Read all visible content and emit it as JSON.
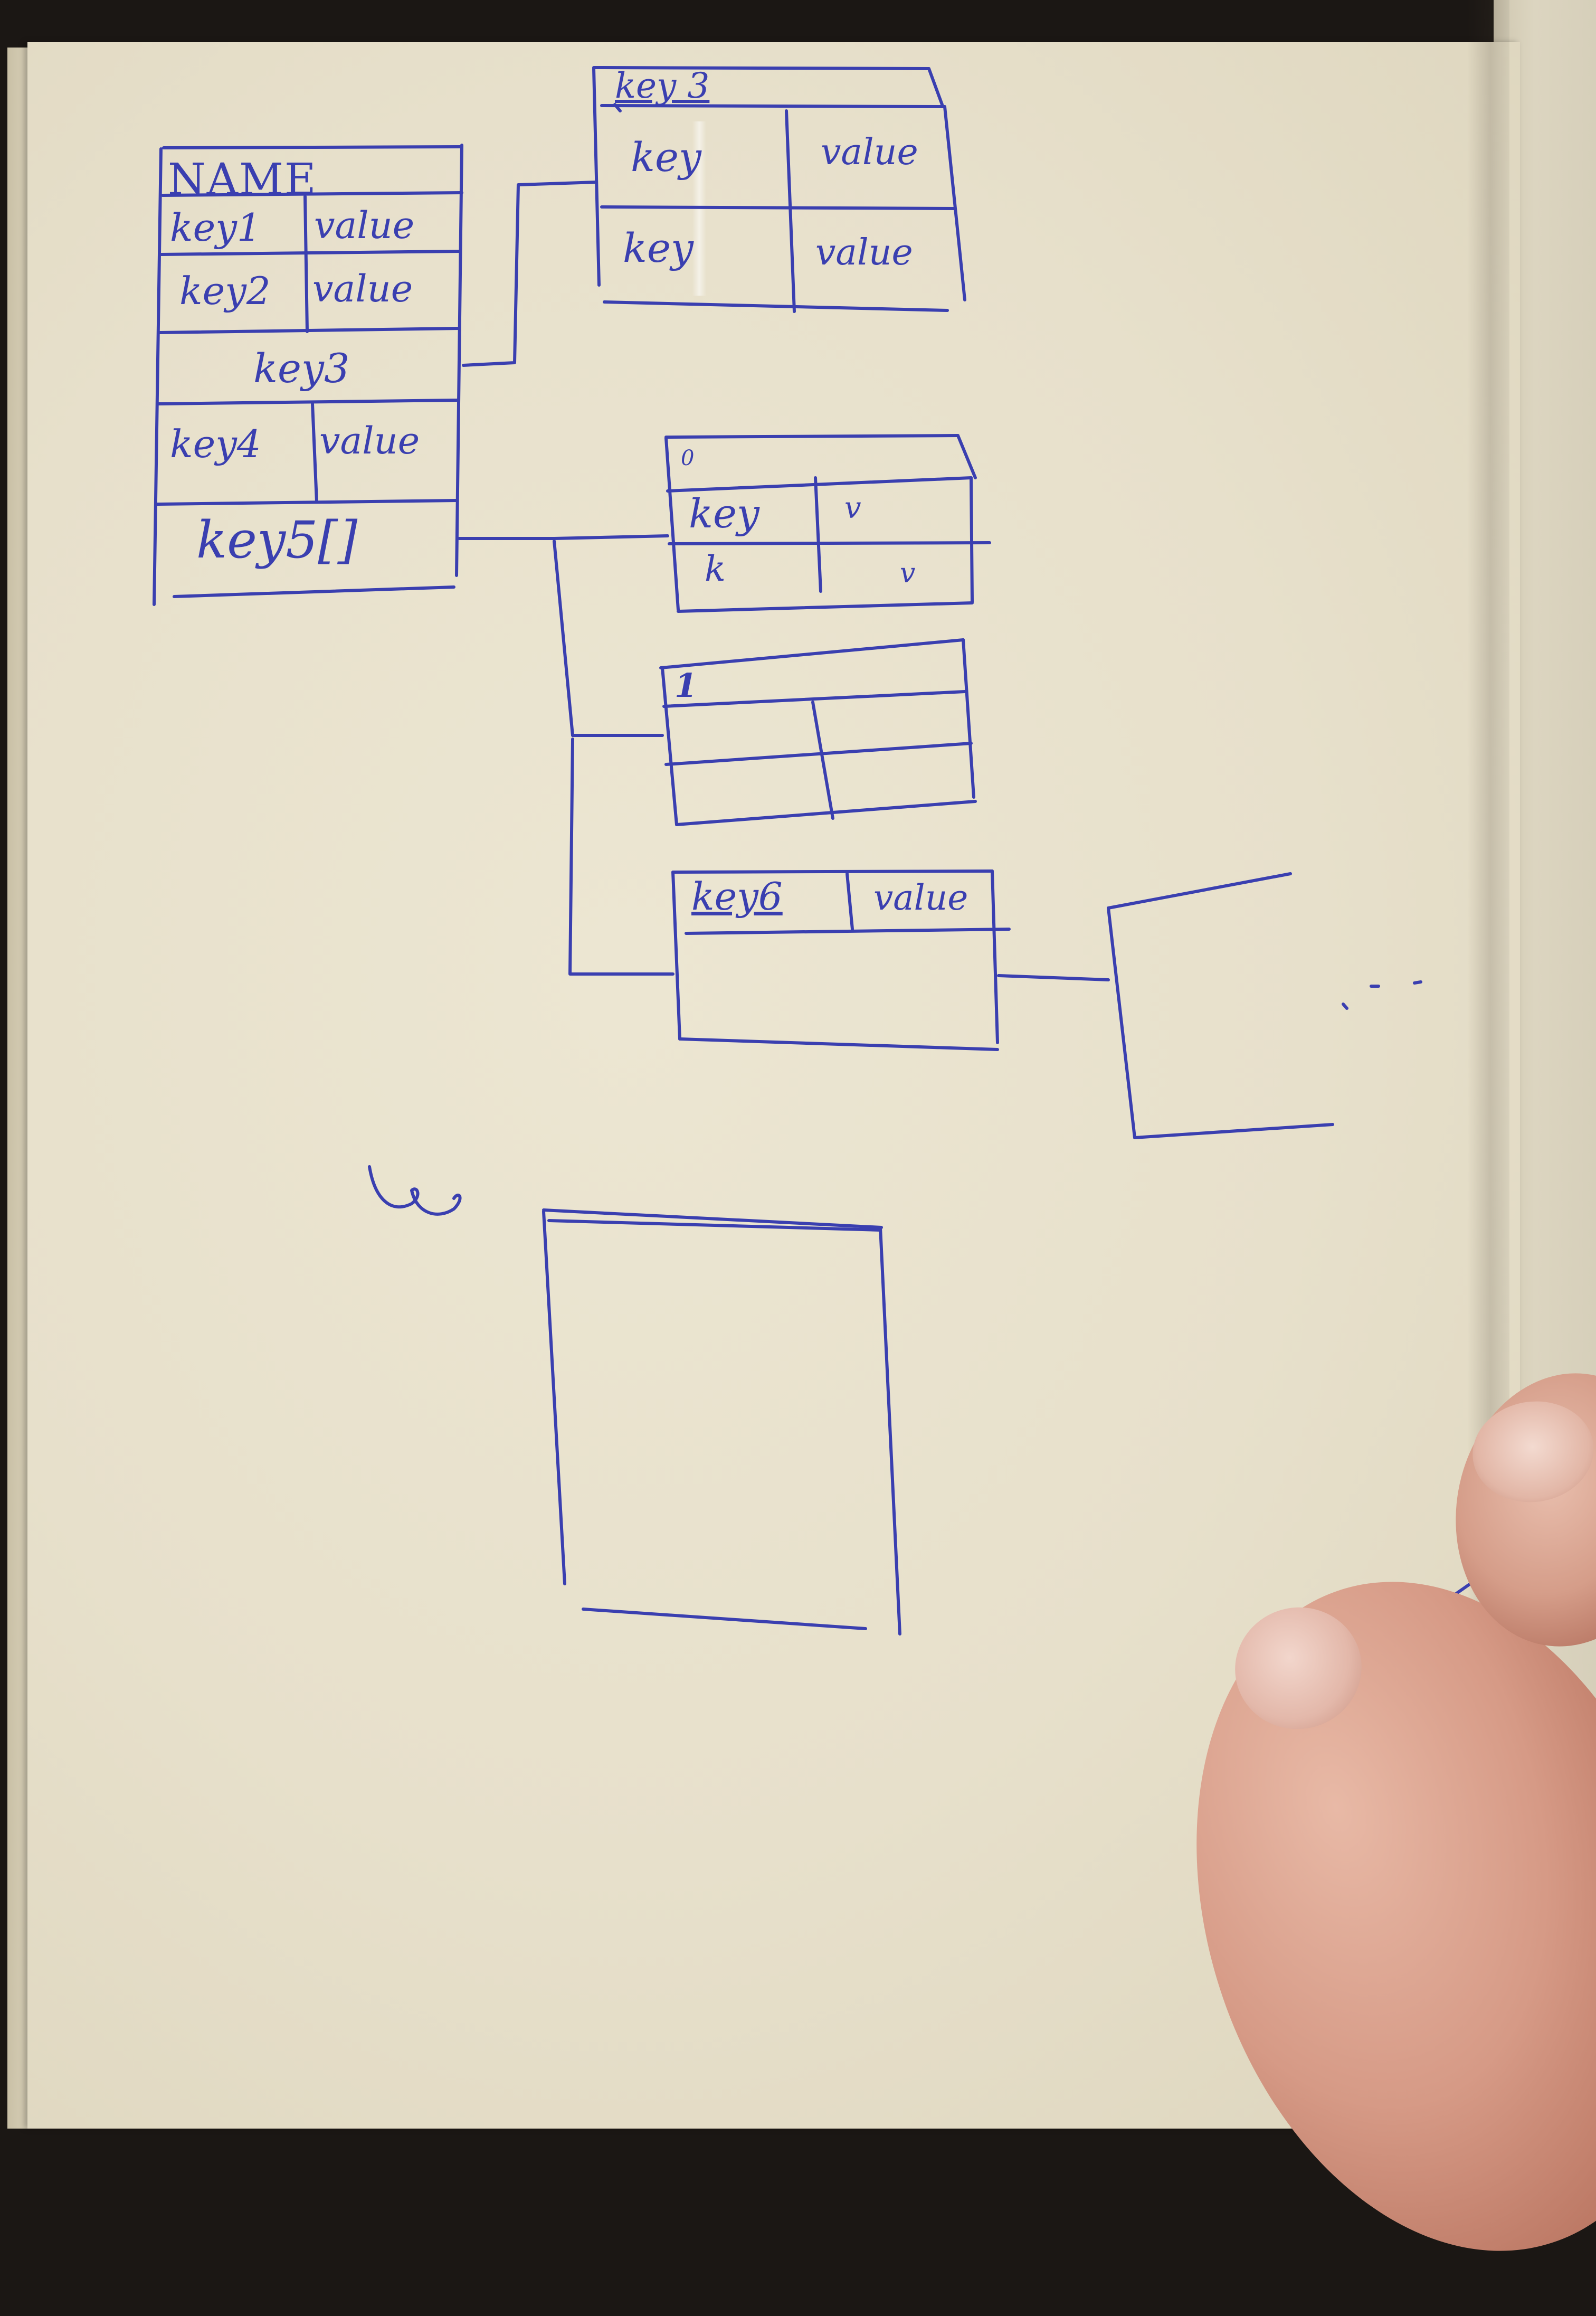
{
  "colors": {
    "ink": "#3a3fb0",
    "paper": "#e9e2ce",
    "background": "#1b1714"
  },
  "diagram": {
    "main_table": {
      "title": "NAME",
      "rows": [
        {
          "key": "key1",
          "value": "value"
        },
        {
          "key": "key2",
          "value": "value"
        },
        {
          "key": "key3"
        },
        {
          "key": "key4",
          "value": "value"
        },
        {
          "key": "key5[]"
        }
      ]
    },
    "key3_table": {
      "title": "key 3",
      "rows": [
        {
          "key": "key",
          "value": "value"
        },
        {
          "key": "key",
          "value": "value"
        }
      ]
    },
    "array_item_0": {
      "title": "0",
      "rows": [
        {
          "key": "key",
          "value": "v"
        },
        {
          "key": "k",
          "value": "v"
        }
      ]
    },
    "array_item_1": {
      "title": "1"
    },
    "key6_table": {
      "key": "key6",
      "value": "value"
    },
    "continuation": "...",
    "lower_label": "w"
  }
}
